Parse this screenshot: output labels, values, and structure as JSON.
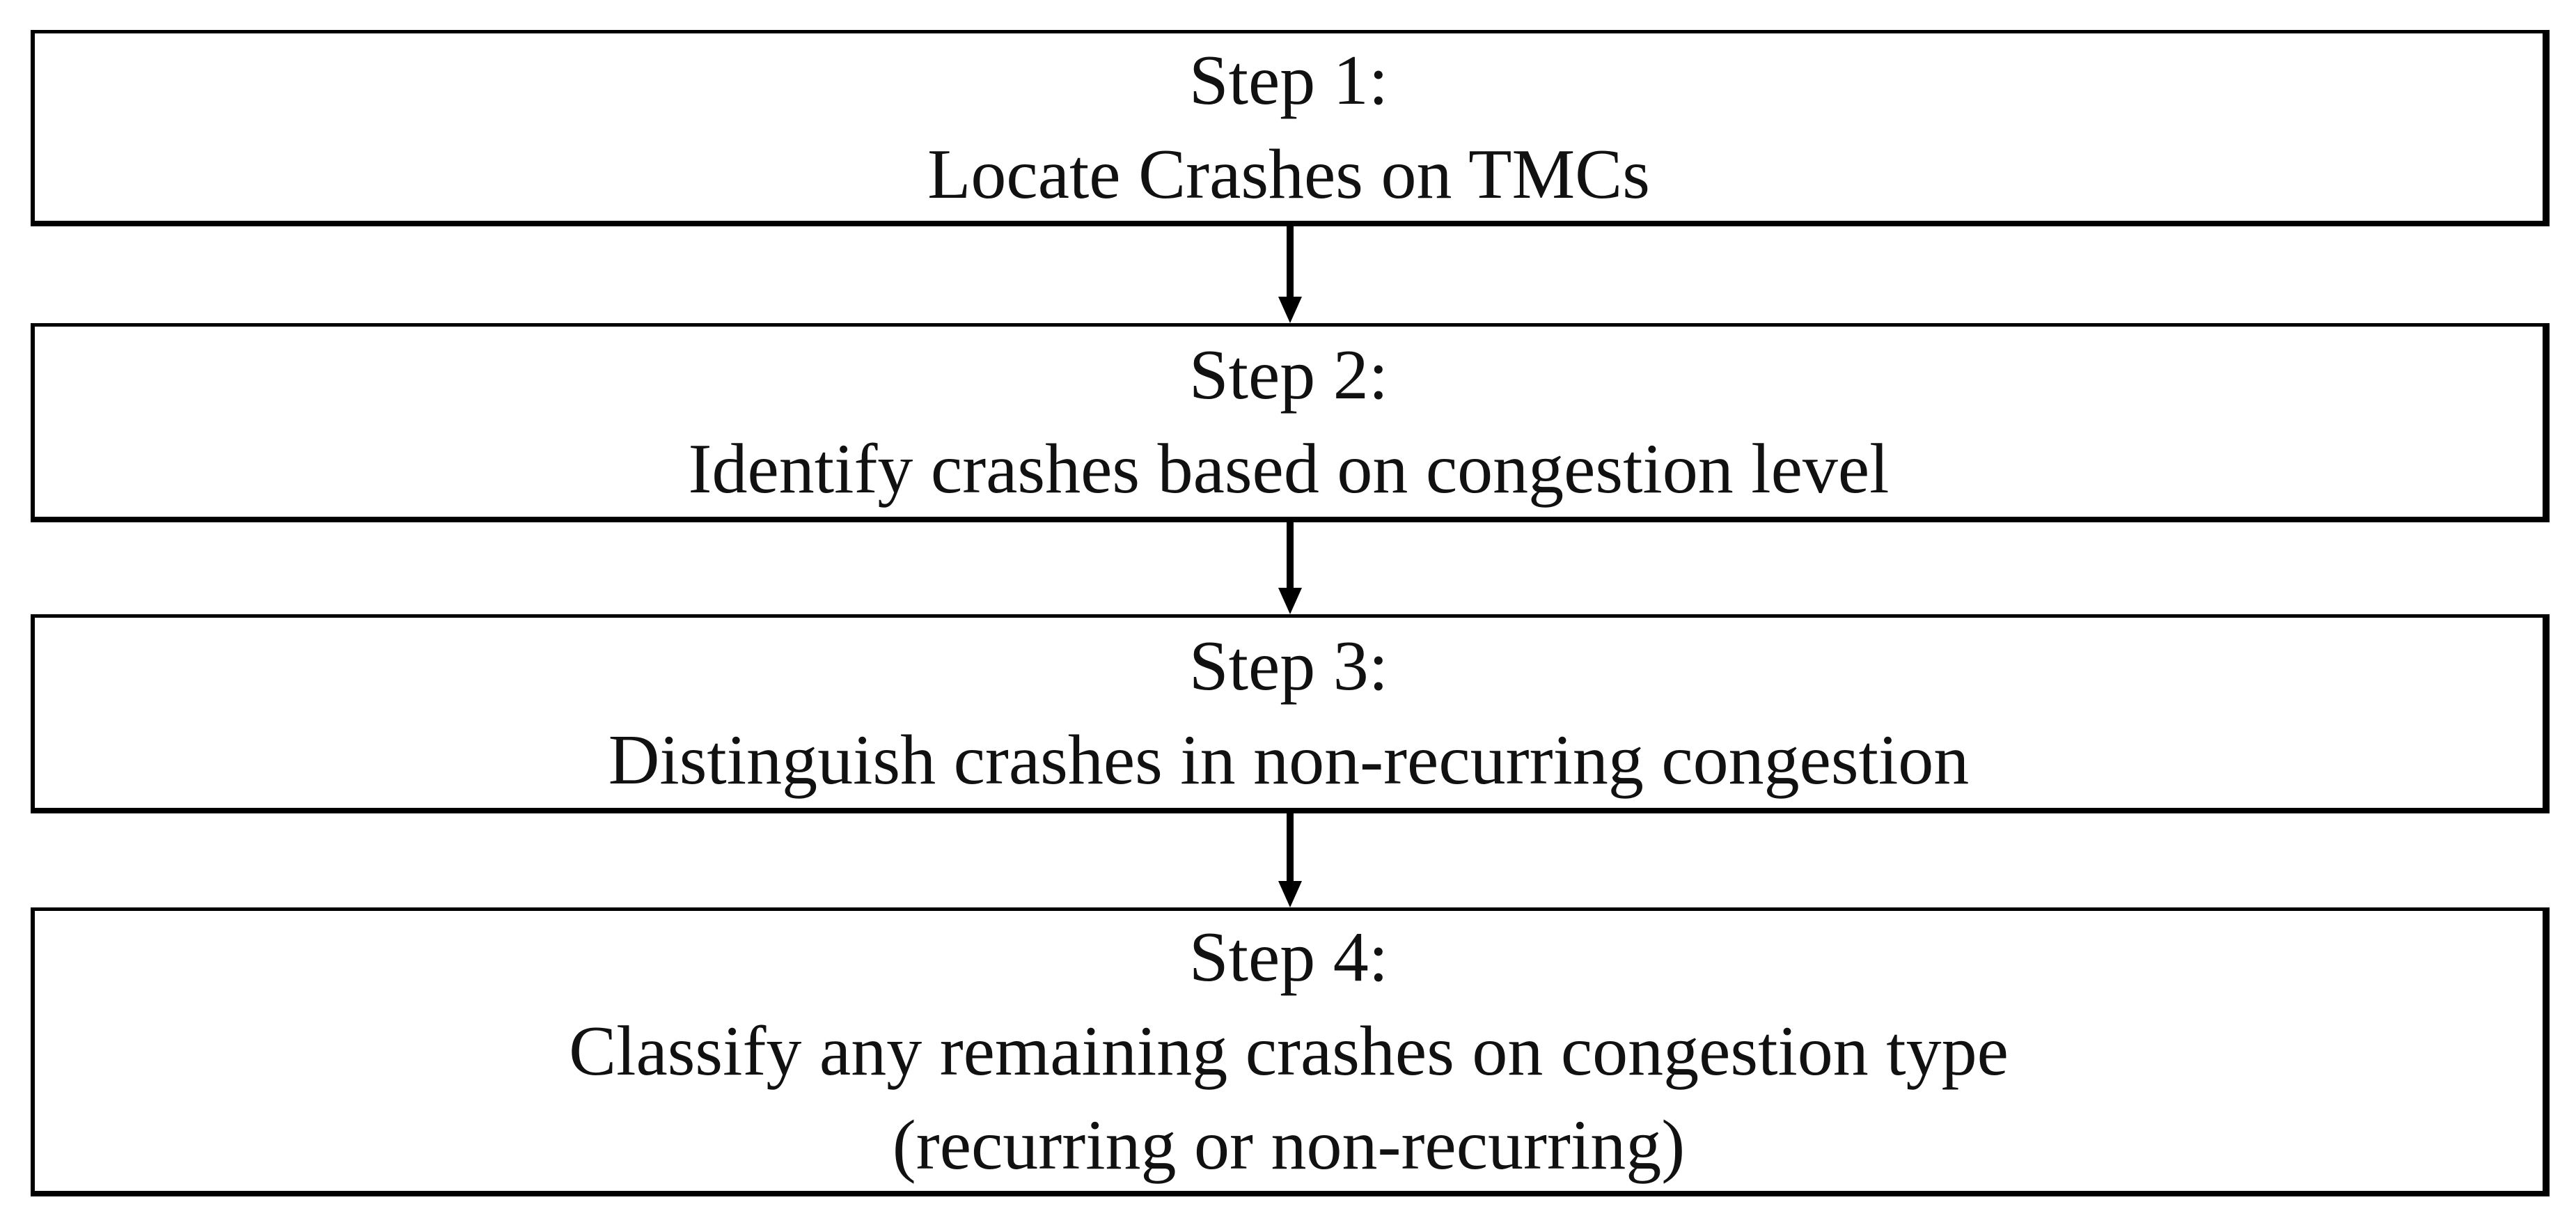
{
  "flowchart": {
    "steps": [
      {
        "title": "Step 1:",
        "lines": [
          "Locate Crashes on TMCs"
        ]
      },
      {
        "title": "Step 2:",
        "lines": [
          "Identify crashes based on congestion level"
        ]
      },
      {
        "title": "Step 3:",
        "lines": [
          "Distinguish crashes in non-recurring congestion"
        ]
      },
      {
        "title": "Step 4:",
        "lines": [
          "Classify any remaining crashes on congestion type",
          "(recurring or non-recurring)"
        ]
      }
    ],
    "colors": {
      "border": "#000000",
      "arrow": "#000000",
      "text": "#111111",
      "background": "#ffffff"
    }
  }
}
